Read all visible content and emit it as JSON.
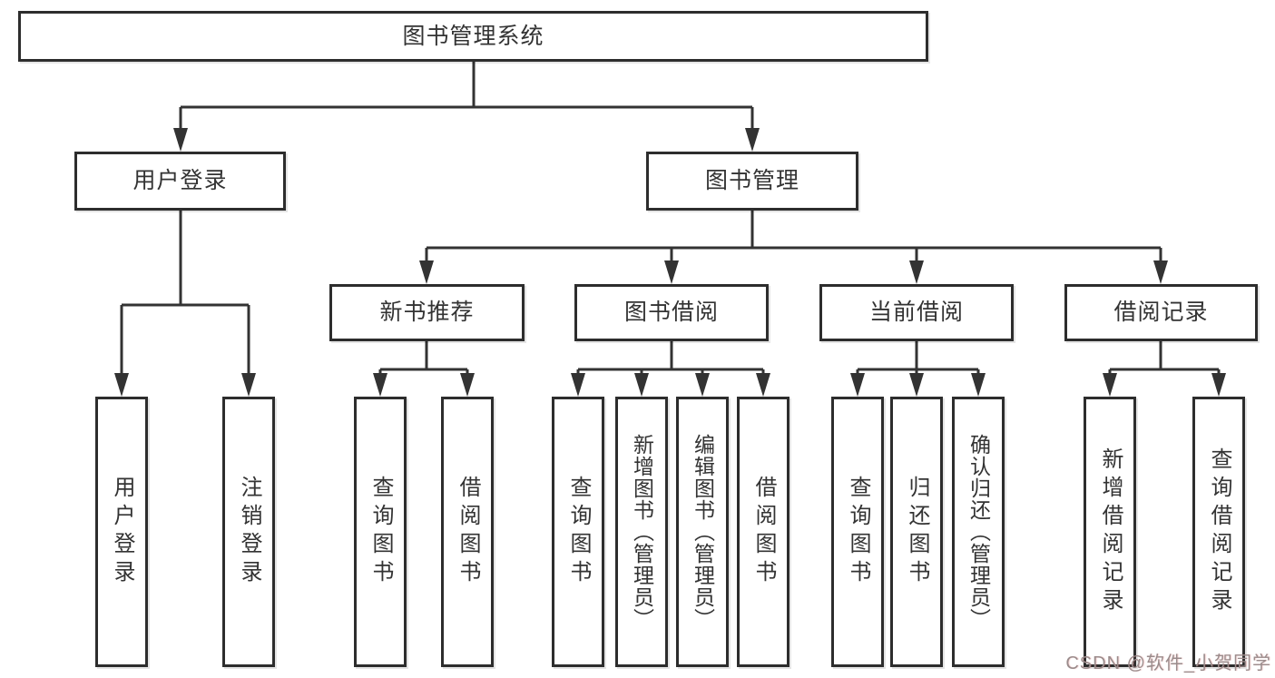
{
  "diagram": {
    "root": {
      "label": "图书管理系统",
      "children": [
        {
          "label": "用户登录",
          "children": [
            {
              "label": "用户登录"
            },
            {
              "label": "注销登录"
            }
          ]
        },
        {
          "label": "图书管理",
          "children": [
            {
              "label": "新书推荐",
              "children": [
                {
                  "label": "查询图书"
                },
                {
                  "label": "借阅图书"
                }
              ]
            },
            {
              "label": "图书借阅",
              "children": [
                {
                  "label": "查询图书"
                },
                {
                  "label": "新增图书（管理员）"
                },
                {
                  "label": "编辑图书（管理员）"
                },
                {
                  "label": "借阅图书"
                }
              ]
            },
            {
              "label": "当前借阅",
              "children": [
                {
                  "label": "查询图书"
                },
                {
                  "label": "归还图书"
                },
                {
                  "label": "确认归还（管理员）"
                }
              ]
            },
            {
              "label": "借阅记录",
              "children": [
                {
                  "label": "新增借阅记录"
                },
                {
                  "label": "查询借阅记录"
                }
              ]
            }
          ]
        }
      ]
    }
  },
  "watermark": {
    "text": "CSDN @软件_小贺同学"
  },
  "colors": {
    "line": "#333333",
    "border": "#2d2d2d",
    "text": "#333333",
    "background": "#ffffff",
    "watermark": "#9a8c8c"
  }
}
